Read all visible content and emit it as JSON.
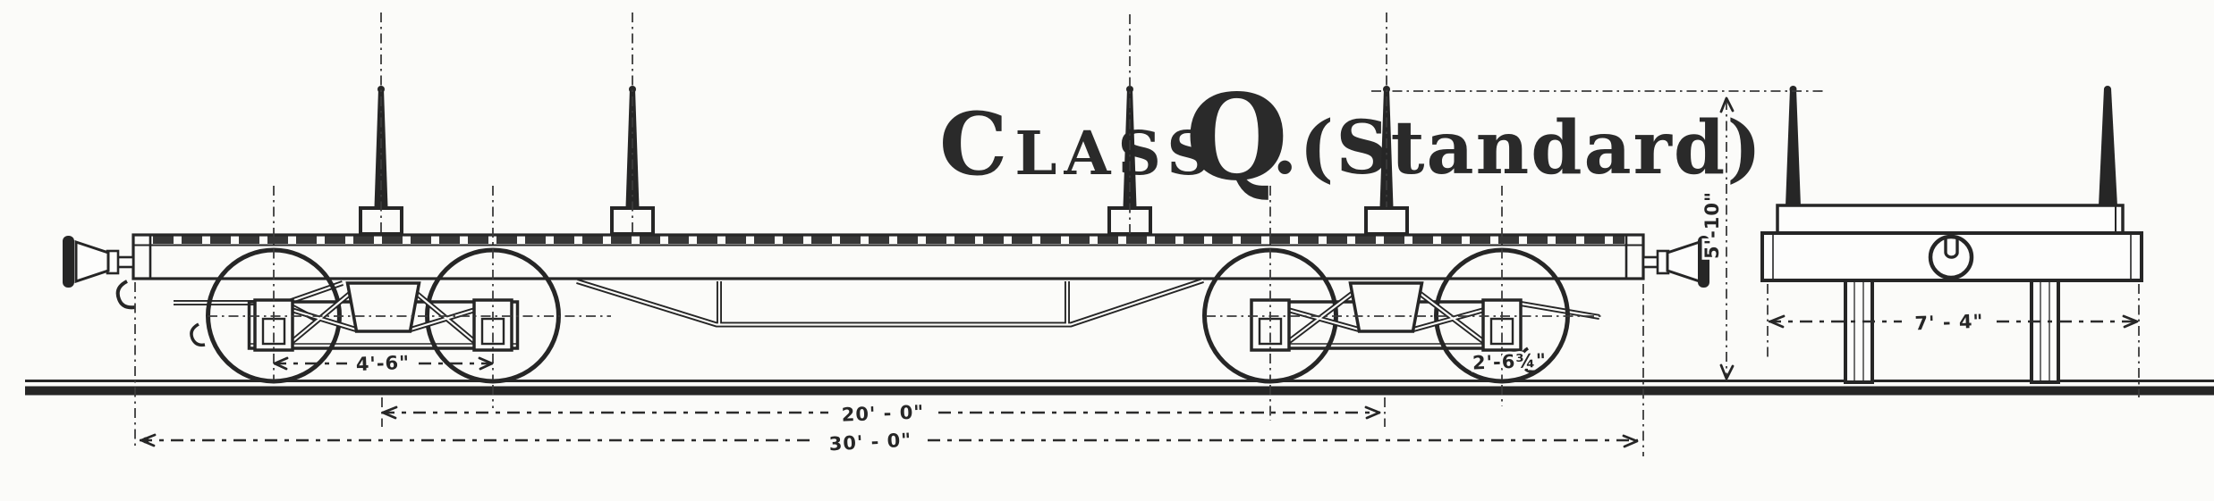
{
  "title": {
    "part1": "Class",
    "part2": "Q",
    "part3": ".(Standard)"
  },
  "dimensions": {
    "bogie_wheelbase": "4'-6\"",
    "wheel_diameter": "2'-6¾\"",
    "bogie_centres": "20' - 0\"",
    "length_overall": "30' - 0\"",
    "deck_height": "5'-10\"",
    "width_over_deck": "7' - 4\""
  },
  "colors": {
    "ink": "#262626",
    "paper": "#fbfbf9"
  }
}
